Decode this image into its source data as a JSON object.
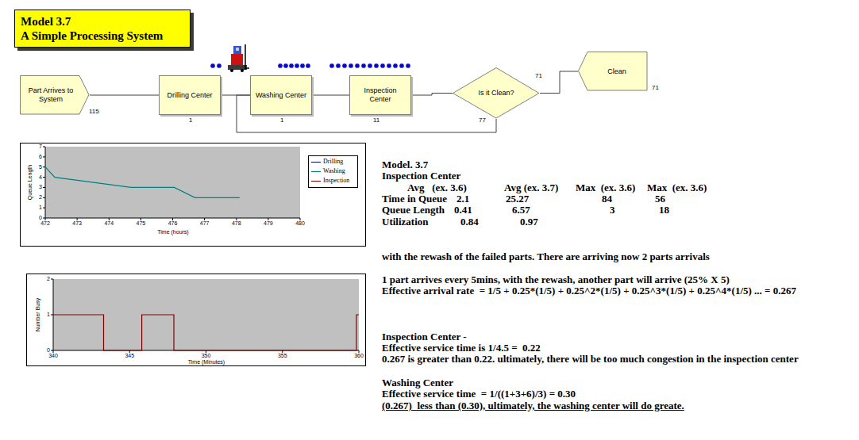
{
  "diagram": {
    "nodes": [
      {
        "text": [
          "Model 3.7",
          "A Simple Processing System"
        ]
      },
      {
        "text": [
          "Part Arrives to System"
        ]
      },
      {
        "text": [
          "Drilling Center"
        ]
      },
      {
        "text": [
          "Washing Center"
        ]
      },
      {
        "text": [
          "Inspection Center"
        ]
      },
      {
        "text": [
          "Is it Clean?"
        ]
      },
      {
        "text": [
          "Clean"
        ]
      }
    ],
    "edges": [
      {
        "from": 1,
        "to": 2,
        "arrow": "none"
      },
      {
        "from": 2,
        "to": 3,
        "arrow": "none"
      },
      {
        "from": 3,
        "to": 4,
        "arrow": "none"
      },
      {
        "from": 4,
        "to": 5,
        "arrow": "none"
      },
      {
        "from": 5,
        "to": 6,
        "arrow": "none"
      },
      {
        "from": 5,
        "to": 3,
        "arrow": "none"
      }
    ],
    "labels": [
      "115",
      "1",
      "1",
      "11",
      "71",
      "77",
      "71",
      "7",
      "6",
      "5",
      "4",
      "3",
      "2",
      "1",
      "0",
      "472",
      "473",
      "474",
      "475",
      "476",
      "477",
      "478",
      "479",
      "480",
      "Queue Length",
      "Time (hours)",
      "2",
      "1",
      "0",
      "340",
      "345",
      "350",
      "355",
      "360",
      "Number Busy",
      "Time (Minutes)",
      "Model. 3.7",
      "Inspection Center",
      "Avg   (ex. 3.6)",
      "Avg (ex. 3.7)",
      "Max  (ex. 3.6)",
      "Max  (ex. 3.6)",
      "Time in Queue",
      "2.1",
      "25.27",
      "84",
      "56",
      "Queue Length",
      "0.41",
      "6.57",
      "3",
      "18",
      "Utilization",
      "0.84",
      "0.97",
      "with the rewash of the failed parts. There are arriving now 2 parts arrivals",
      "1 part arrives every 5mins, with the rewash, another part will arrive (25% X 5)",
      "Effective arrival rate  = 1/5 + 0.25*(1/5) + 0.25^2*(1/5) + 0.25^3*(1/5) + 0.25^4*(1/5) ... = 0.267",
      "Inspection Center -",
      "Effective service time is 1/4.5 =  0.22",
      "0.267 is greater than 0.22. ultimately, there will be too much congestion in the inspection center",
      "Washing Center",
      "Effective service time  = 1/((1+3+6)/3) = 0.30",
      "(0.267)  less than (0.30), ultimately, the washing center will do greate."
    ],
    "legend": [
      {
        "text": "Drilling"
      },
      {
        "text": "Washing"
      },
      {
        "text": "Inspection"
      }
    ]
  }
}
